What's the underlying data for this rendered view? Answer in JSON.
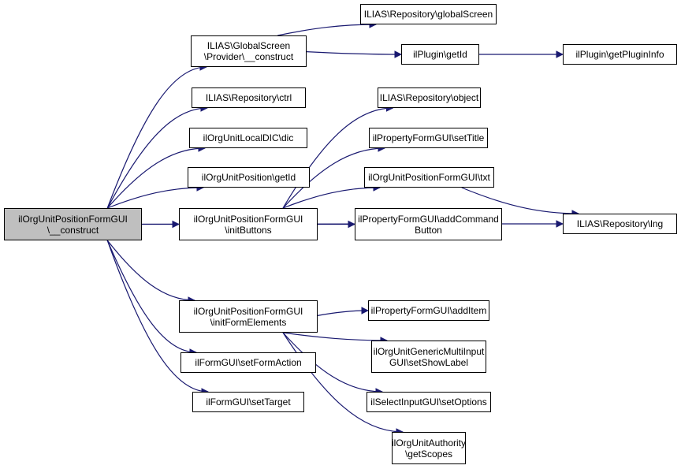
{
  "diagram": {
    "type": "call-graph",
    "edge_color": "#191970",
    "root_fill": "#bfbfbf",
    "nodes": [
      {
        "id": "root",
        "label": "ilOrgUnitPositionFormGUI\n\\__construct",
        "root": true
      },
      {
        "id": "gs_provider",
        "label": "ILIAS\\GlobalScreen\n\\Provider\\__construct"
      },
      {
        "id": "repo_ctrl",
        "label": "ILIAS\\Repository\\ctrl"
      },
      {
        "id": "localdic",
        "label": "ilOrgUnitLocalDIC\\dic"
      },
      {
        "id": "pos_getid",
        "label": "ilOrgUnitPosition\\getId"
      },
      {
        "id": "init_buttons",
        "label": "ilOrgUnitPositionFormGUI\n\\initButtons"
      },
      {
        "id": "init_form",
        "label": "ilOrgUnitPositionFormGUI\n\\initFormElements"
      },
      {
        "id": "set_form_action",
        "label": "ilFormGUI\\setFormAction"
      },
      {
        "id": "set_target",
        "label": "ilFormGUI\\setTarget"
      },
      {
        "id": "repo_globalscreen",
        "label": "ILIAS\\Repository\\globalScreen"
      },
      {
        "id": "plugin_getid",
        "label": "ilPlugin\\getId"
      },
      {
        "id": "plugin_info",
        "label": "ilPlugin\\getPluginInfo"
      },
      {
        "id": "repo_object",
        "label": "ILIAS\\Repository\\object"
      },
      {
        "id": "set_title",
        "label": "ilPropertyFormGUI\\setTitle"
      },
      {
        "id": "txt",
        "label": "ilOrgUnitPositionFormGUI\\txt"
      },
      {
        "id": "add_cmd_btn",
        "label": "ilPropertyFormGUI\\addCommand\nButton"
      },
      {
        "id": "repo_lng",
        "label": "ILIAS\\Repository\\lng"
      },
      {
        "id": "add_item",
        "label": "ilPropertyFormGUI\\addItem"
      },
      {
        "id": "show_label",
        "label": "ilOrgUnitGenericMultiInput\nGUI\\setShowLabel"
      },
      {
        "id": "set_options",
        "label": "ilSelectInputGUI\\setOptions"
      },
      {
        "id": "get_scopes",
        "label": "ilOrgUnitAuthority\n\\getScopes"
      }
    ],
    "edges": [
      [
        "root",
        "gs_provider"
      ],
      [
        "root",
        "repo_ctrl"
      ],
      [
        "root",
        "localdic"
      ],
      [
        "root",
        "pos_getid"
      ],
      [
        "root",
        "init_buttons"
      ],
      [
        "root",
        "repo_lng"
      ],
      [
        "root",
        "init_form"
      ],
      [
        "root",
        "set_form_action"
      ],
      [
        "root",
        "set_target"
      ],
      [
        "gs_provider",
        "repo_globalscreen"
      ],
      [
        "gs_provider",
        "plugin_getid"
      ],
      [
        "plugin_getid",
        "plugin_info"
      ],
      [
        "init_buttons",
        "repo_object"
      ],
      [
        "init_buttons",
        "set_title"
      ],
      [
        "init_buttons",
        "txt"
      ],
      [
        "init_buttons",
        "add_cmd_btn"
      ],
      [
        "txt",
        "repo_lng"
      ],
      [
        "init_form",
        "add_item"
      ],
      [
        "init_form",
        "show_label"
      ],
      [
        "init_form",
        "set_options"
      ],
      [
        "init_form",
        "get_scopes"
      ]
    ]
  }
}
